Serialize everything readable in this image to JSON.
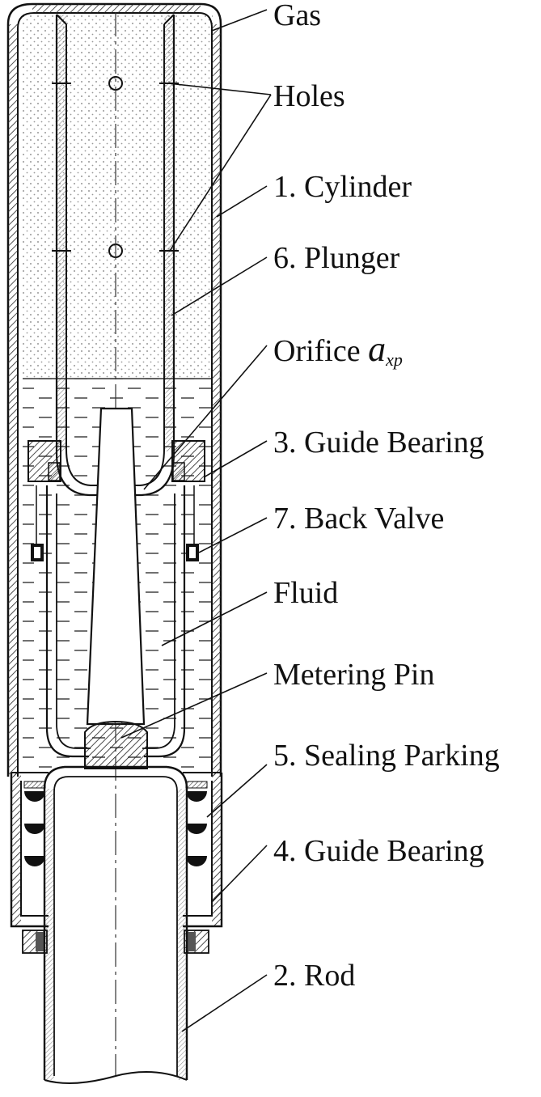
{
  "labels": {
    "gas": "Gas",
    "holes": "Holes",
    "cylinder": "1. Cylinder",
    "plunger": "6. Plunger",
    "orifice_prefix": "Orifice ",
    "orifice_symbol": "a",
    "orifice_subscript": "xp",
    "guide_bearing_3": "3. Guide Bearing",
    "back_valve": "7. Back Valve",
    "fluid": "Fluid",
    "metering_pin": "Metering Pin",
    "sealing_parking": "5. Sealing Parking",
    "guide_bearing_4": "4. Guide Bearing",
    "rod": "2. Rod"
  }
}
